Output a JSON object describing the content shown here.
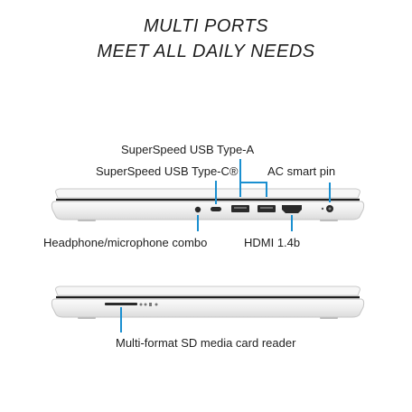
{
  "headline": {
    "line1": "MULTI PORTS",
    "line2": "MEET ALL DAILY NEEDS"
  },
  "labels": {
    "usb_a": "SuperSpeed USB Type-A",
    "usb_c": "SuperSpeed USB Type-C®",
    "ac_pin": "AC smart pin",
    "headphone": "Headphone/microphone combo",
    "hdmi": "HDMI 1.4b",
    "sd_reader": "Multi-format SD media card reader"
  },
  "colors": {
    "accent": "#1a8fd0",
    "laptop_body": "#f1f1f1",
    "laptop_edge": "#bdbdbd",
    "port": "#2a2a2a"
  }
}
